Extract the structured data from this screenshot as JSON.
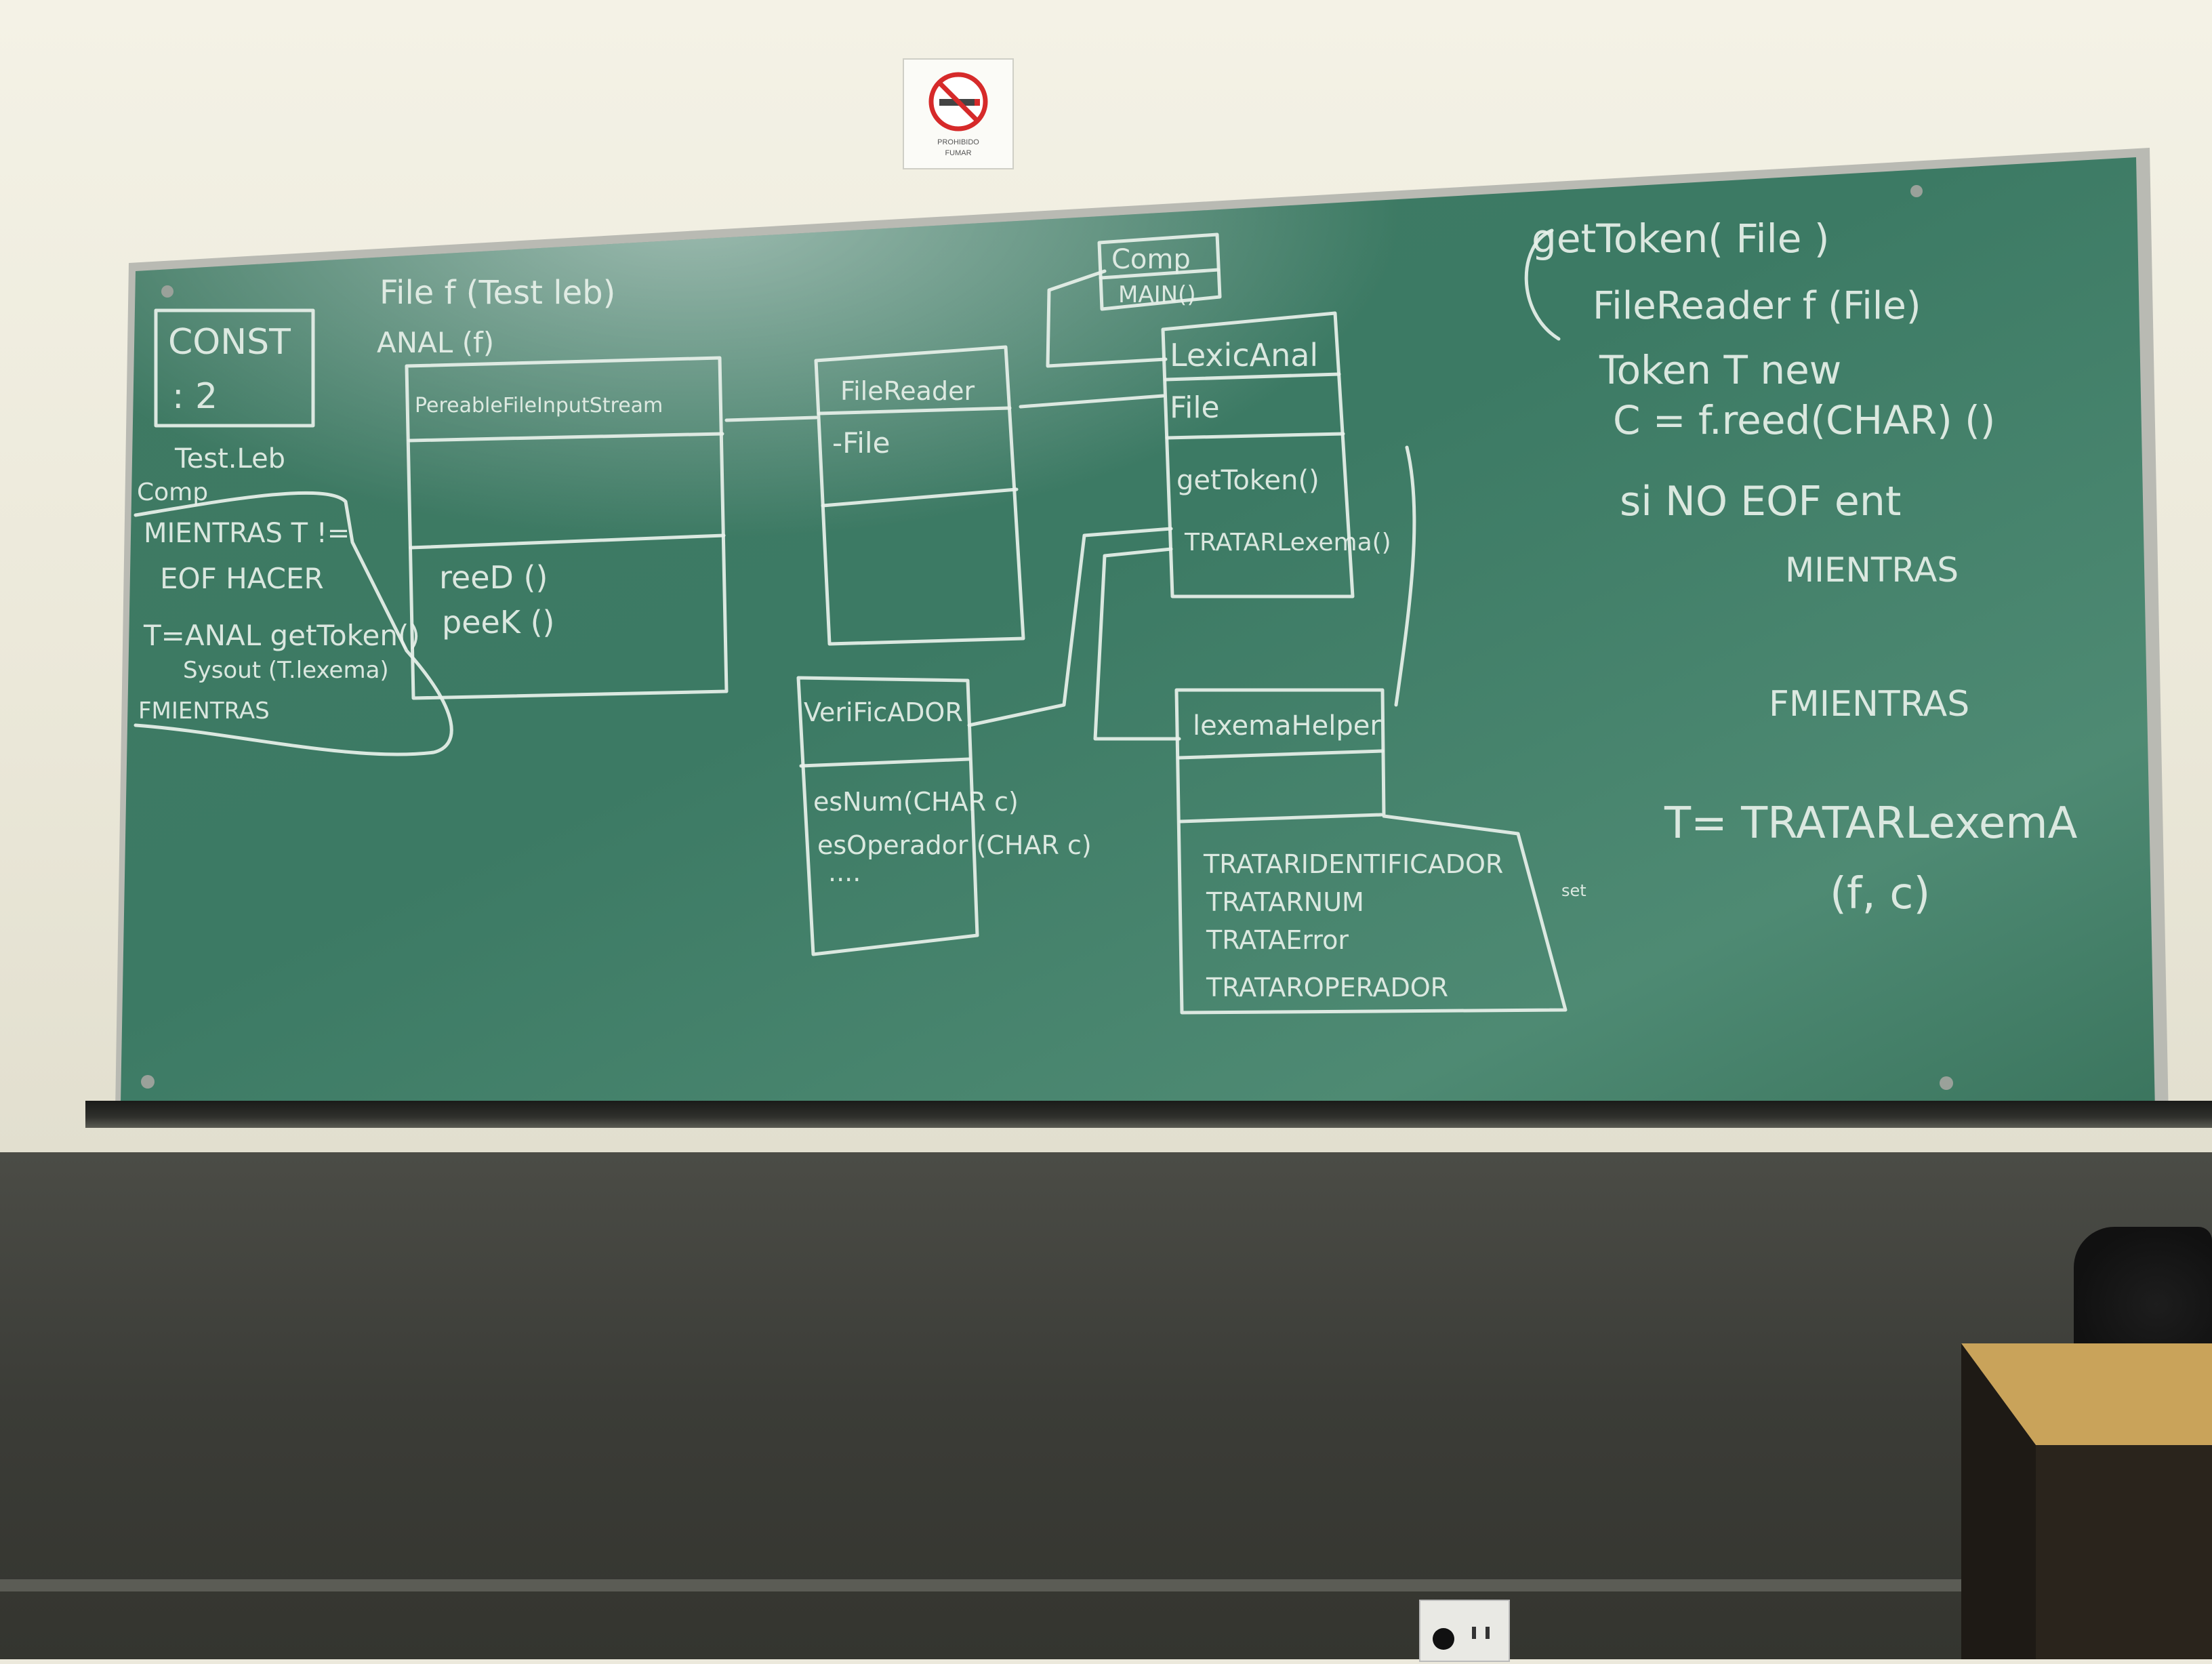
{
  "sign": {
    "top_text": "PROHIBIDO",
    "bottom_text": "FUMAR"
  },
  "board": {
    "left_notes": {
      "const_box": [
        "CONST",
        ": 2"
      ],
      "lines": [
        "Test.Leb",
        "Comp",
        "MIENTRAS T !=",
        "EOF  HACER",
        "T=ANAL getToken()",
        "Sysout (T.lexema)",
        "FMIENTRAS"
      ]
    },
    "top_left_lines": [
      "File f (Test leb)",
      "ANAL (f)"
    ],
    "class_readable": {
      "title": "PereableFileInputStream",
      "methods": [
        "reeD ()",
        "peeK ()"
      ]
    },
    "class_filereader": {
      "title": "FileReader",
      "fields": [
        "-File"
      ]
    },
    "class_comp": {
      "title": "Comp",
      "methods": [
        "MAIN()"
      ]
    },
    "class_lexicanal": {
      "title": "LexicAnal",
      "fields": [
        "File"
      ],
      "methods": [
        "getToken()",
        "TRATARLexema()"
      ]
    },
    "class_verificador": {
      "title": "VeriFicADOR",
      "methods": [
        "esNum(CHAR c)",
        "esOperador (CHAR c)",
        "...."
      ]
    },
    "class_lexemahelper": {
      "title": "lexemaHelper",
      "methods": [
        "TRATARIDENTIFICADOR",
        "TRATARNUM",
        "TRATAError",
        "TRATAROPERADOR"
      ],
      "side_note": "set"
    },
    "right_notes": [
      "getToken( File )",
      "FileReader f (File)",
      "Token T new",
      "C = f.reed(CHAR) ()",
      "si NO EOF  ent",
      "MIENTRAS",
      "FMIENTRAS",
      "T= TRATARLexemA",
      "(f, c)"
    ]
  }
}
